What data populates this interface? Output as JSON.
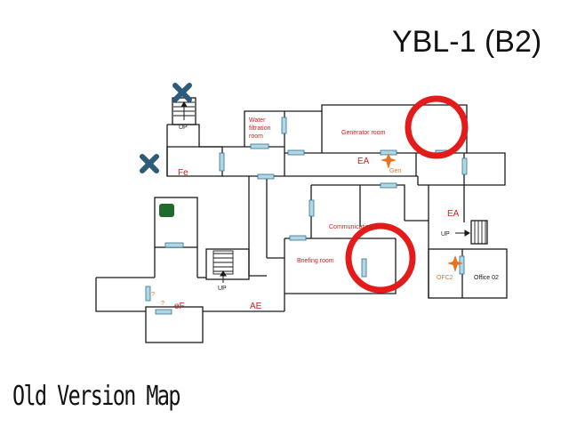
{
  "title": "YBL-1 (B2)",
  "caption": "Old Version Map",
  "colors": {
    "wall": "#1a1a1a",
    "door": "#add8e6",
    "door_stroke": "#3a6f8f",
    "room_label": "#cc1f1f",
    "orange": "#e8731e",
    "highlight_ring": "#e41b1b",
    "x_marker": "#2d5c7a",
    "green_box": "#1f6b2b"
  },
  "rooms": {
    "water_filtration": "Water filtration room",
    "generator": "Generator room",
    "communication": "Communication room",
    "briefing": "Briefing room",
    "office02": "Office 02"
  },
  "zone_labels": {
    "fe": "Fe",
    "ea_top": "EA",
    "ea_right": "EA",
    "ef": "eF",
    "ae": "AE"
  },
  "orange_labels": {
    "gen": "Gen",
    "ofc2": "OFC2",
    "question1": "?",
    "question2": "?"
  },
  "stairs": {
    "top": "UP",
    "middle": "UP",
    "right": "UP"
  },
  "icons": [
    "x-marker-icon",
    "orange-star-icon",
    "stairs-icon",
    "green-box-icon",
    "highlight-ring-icon"
  ]
}
